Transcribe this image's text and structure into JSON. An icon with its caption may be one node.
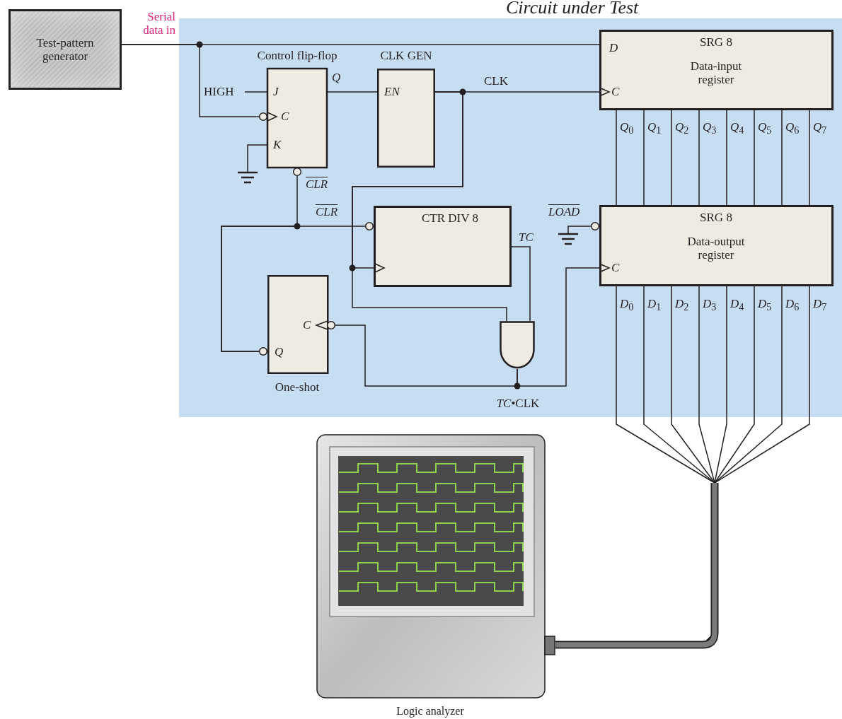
{
  "diagram": {
    "nodes": [
      {
        "text": [
          "Test-pattern generator"
        ]
      },
      {
        "text": [
          "Circuit under Test"
        ]
      },
      {
        "text": [
          "HIGH"
        ],
        "in": 1
      },
      {
        "text": [],
        "shape": "ground",
        "in": 1
      },
      {
        "text": [
          "J",
          "C",
          "K"
        ],
        "beside": [
          "Control flip-flop",
          "Q",
          "CLR"
        ],
        "in": 1
      },
      {
        "text": [
          "EN"
        ],
        "beside": [
          "CLK GEN"
        ],
        "in": 1
      },
      {
        "text": [
          "SRG 8",
          "Data-input register",
          "D",
          "C"
        ],
        "in": 1
      },
      {
        "text": [
          "CTR DIV 8"
        ],
        "beside": [
          "CLR",
          "TC"
        ],
        "in": 1
      },
      {
        "text": [],
        "shape": "ground",
        "in": 1
      },
      {
        "text": [
          "SRG 8",
          "Data-output register",
          "C"
        ],
        "beside": [
          "LOAD"
        ],
        "in": 1
      },
      {
        "text": [
          "C",
          "Q"
        ],
        "beside": [
          "One-shot"
        ],
        "in": 1
      },
      {
        "text": [],
        "shape": "gate",
        "in": 1
      },
      {
        "text": [],
        "shape": "picture",
        "beside": [
          "Logic analyzer"
        ]
      }
    ],
    "edges": [
      {
        "from": 0,
        "to": 6,
        "arrow": "none",
        "label": "Serial data in"
      },
      {
        "from": 0,
        "to": 4,
        "arrow": "none"
      },
      {
        "from": 2,
        "to": 4,
        "arrow": "none"
      },
      {
        "from": 4,
        "to": 3,
        "arrow": "none"
      },
      {
        "from": 4,
        "to": 5,
        "arrow": "none"
      },
      {
        "from": 5,
        "to": 6,
        "arrow": "none",
        "label": "CLK"
      },
      {
        "from": 5,
        "to": 7,
        "arrow": "none"
      },
      {
        "from": 5,
        "to": 11,
        "arrow": "none"
      },
      {
        "from": 10,
        "to": 4,
        "arrow": "none"
      },
      {
        "from": 10,
        "to": 7,
        "arrow": "none"
      },
      {
        "from": 7,
        "to": 11,
        "arrow": "none"
      },
      {
        "from": 11,
        "to": 10,
        "arrow": "none"
      },
      {
        "from": 11,
        "to": 9,
        "arrow": "none",
        "label": "*TC*•CLK"
      },
      {
        "from": 8,
        "to": 9,
        "arrow": "none"
      },
      {
        "from": 6,
        "to": 9,
        "arrow": "none"
      },
      {
        "from": 6,
        "to": 9,
        "arrow": "none"
      },
      {
        "from": 6,
        "to": 9,
        "arrow": "none"
      },
      {
        "from": 6,
        "to": 9,
        "arrow": "none"
      },
      {
        "from": 6,
        "to": 9,
        "arrow": "none"
      },
      {
        "from": 6,
        "to": 9,
        "arrow": "none"
      },
      {
        "from": 6,
        "to": 9,
        "arrow": "none"
      },
      {
        "from": 6,
        "to": 9,
        "arrow": "none"
      },
      {
        "from": 9,
        "to": 12,
        "arrow": "none"
      },
      {
        "from": 9,
        "to": 12,
        "arrow": "none"
      },
      {
        "from": 9,
        "to": 12,
        "arrow": "none"
      },
      {
        "from": 9,
        "to": 12,
        "arrow": "none"
      },
      {
        "from": 9,
        "to": 12,
        "arrow": "none"
      },
      {
        "from": 9,
        "to": 12,
        "arrow": "none"
      },
      {
        "from": 9,
        "to": 12,
        "arrow": "none"
      },
      {
        "from": 9,
        "to": 12,
        "arrow": "none"
      }
    ],
    "labels": [
      "*Q*$_{0}$",
      "*Q*$_{1}$",
      "*Q*$_{2}$",
      "*Q*$_{3}$",
      "*Q*$_{4}$",
      "*Q*$_{5}$",
      "*Q*$_{6}$",
      "*Q*$_{7}$",
      "*D*$_{0}$",
      "*D*$_{1}$",
      "*D*$_{2}$",
      "*D*$_{3}$",
      "*D*$_{4}$",
      "*D*$_{5}$",
      "*D*$_{6}$",
      "*D*$_{7}$"
    ]
  }
}
